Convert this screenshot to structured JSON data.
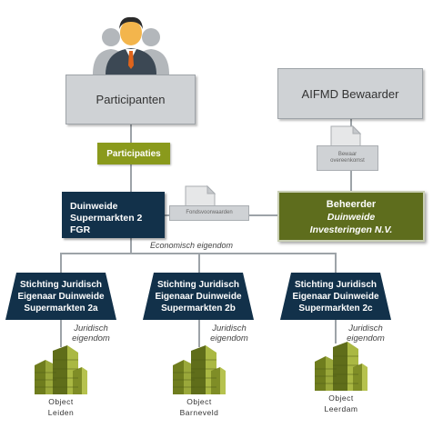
{
  "participanten": "Participanten",
  "aifmd_bewaarder": "AIFMD Bewaarder",
  "participaties": "Participaties",
  "bewaarovereenkomst_line1": "Bewaar",
  "bewaarovereenkomst_line2": "overeenkomst",
  "fund_line1": "Duinweide",
  "fund_line2": "Supermarkten 2 FGR",
  "fondsvoorwaarden": "Fondsvoorwaarden",
  "beheerder_title": "Beheerder",
  "beheerder_line1": "Duinweide",
  "beheerder_line2": "Investeringen N.V.",
  "economisch_eigendom": "Economisch eigendom",
  "stichtingen": [
    {
      "line1": "Stichting Juridisch",
      "line2": "Eigenaar Duinweide",
      "line3": "Supermarkten 2a"
    },
    {
      "line1": "Stichting Juridisch",
      "line2": "Eigenaar Duinweide",
      "line3": "Supermarkten 2b"
    },
    {
      "line1": "Stichting Juridisch",
      "line2": "Eigenaar Duinweide",
      "line3": "Supermarkten 2c"
    }
  ],
  "juridisch_line1": "Juridisch",
  "juridisch_line2": "eigendom",
  "objects": [
    {
      "line1": "Object",
      "line2": "Leiden"
    },
    {
      "line1": "Object",
      "line2": "Barneveld"
    },
    {
      "line1": "Object",
      "line2": "Leerdam"
    }
  ],
  "colors": {
    "navy": "#12314a",
    "olive": "#8a9a1c",
    "dark_olive": "#5e6d1d",
    "grey": "#cfd2d5"
  }
}
